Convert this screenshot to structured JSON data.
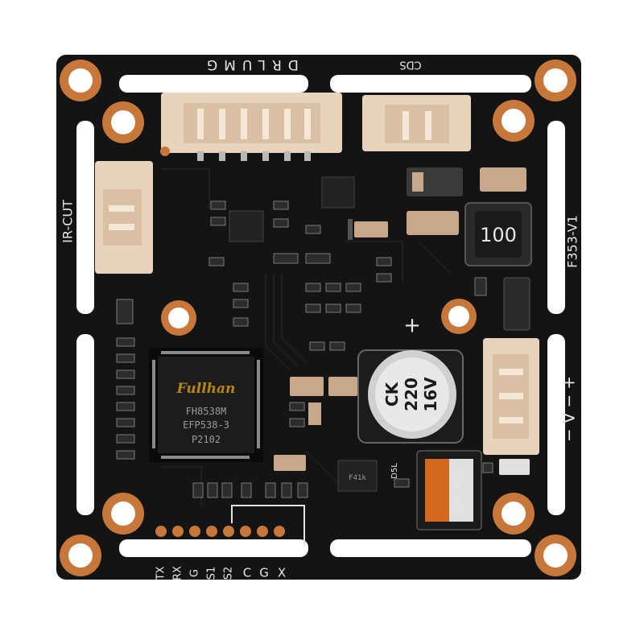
{
  "board": {
    "silkscreen": {
      "top_header": "DRLUMG",
      "top_right_header": "CDS",
      "left_header": "IR-CUT",
      "model": "F353-V1",
      "power_label": "−V−+",
      "plus_sign": "+",
      "bottom_pins": [
        "TX",
        "RX",
        "G",
        "S1",
        "S2",
        "C",
        "G",
        "X"
      ]
    },
    "main_chip": {
      "brand": "Fullhan",
      "line1": "FH8538M",
      "line2": "EFP538-3",
      "line3": "P2102"
    },
    "inductor": {
      "label": "100"
    },
    "capacitor": {
      "line1": "CK",
      "line2": "220",
      "line3": "16V"
    },
    "diode": {
      "label": "205",
      "label2": "P00"
    },
    "small_ic": {
      "label": "F41k"
    },
    "small_label": {
      "label": "D5L"
    },
    "colors": {
      "pcb": "#141414",
      "copper": "#c7773a",
      "connector": "#e8d3bd",
      "background": "#ffffff"
    }
  }
}
